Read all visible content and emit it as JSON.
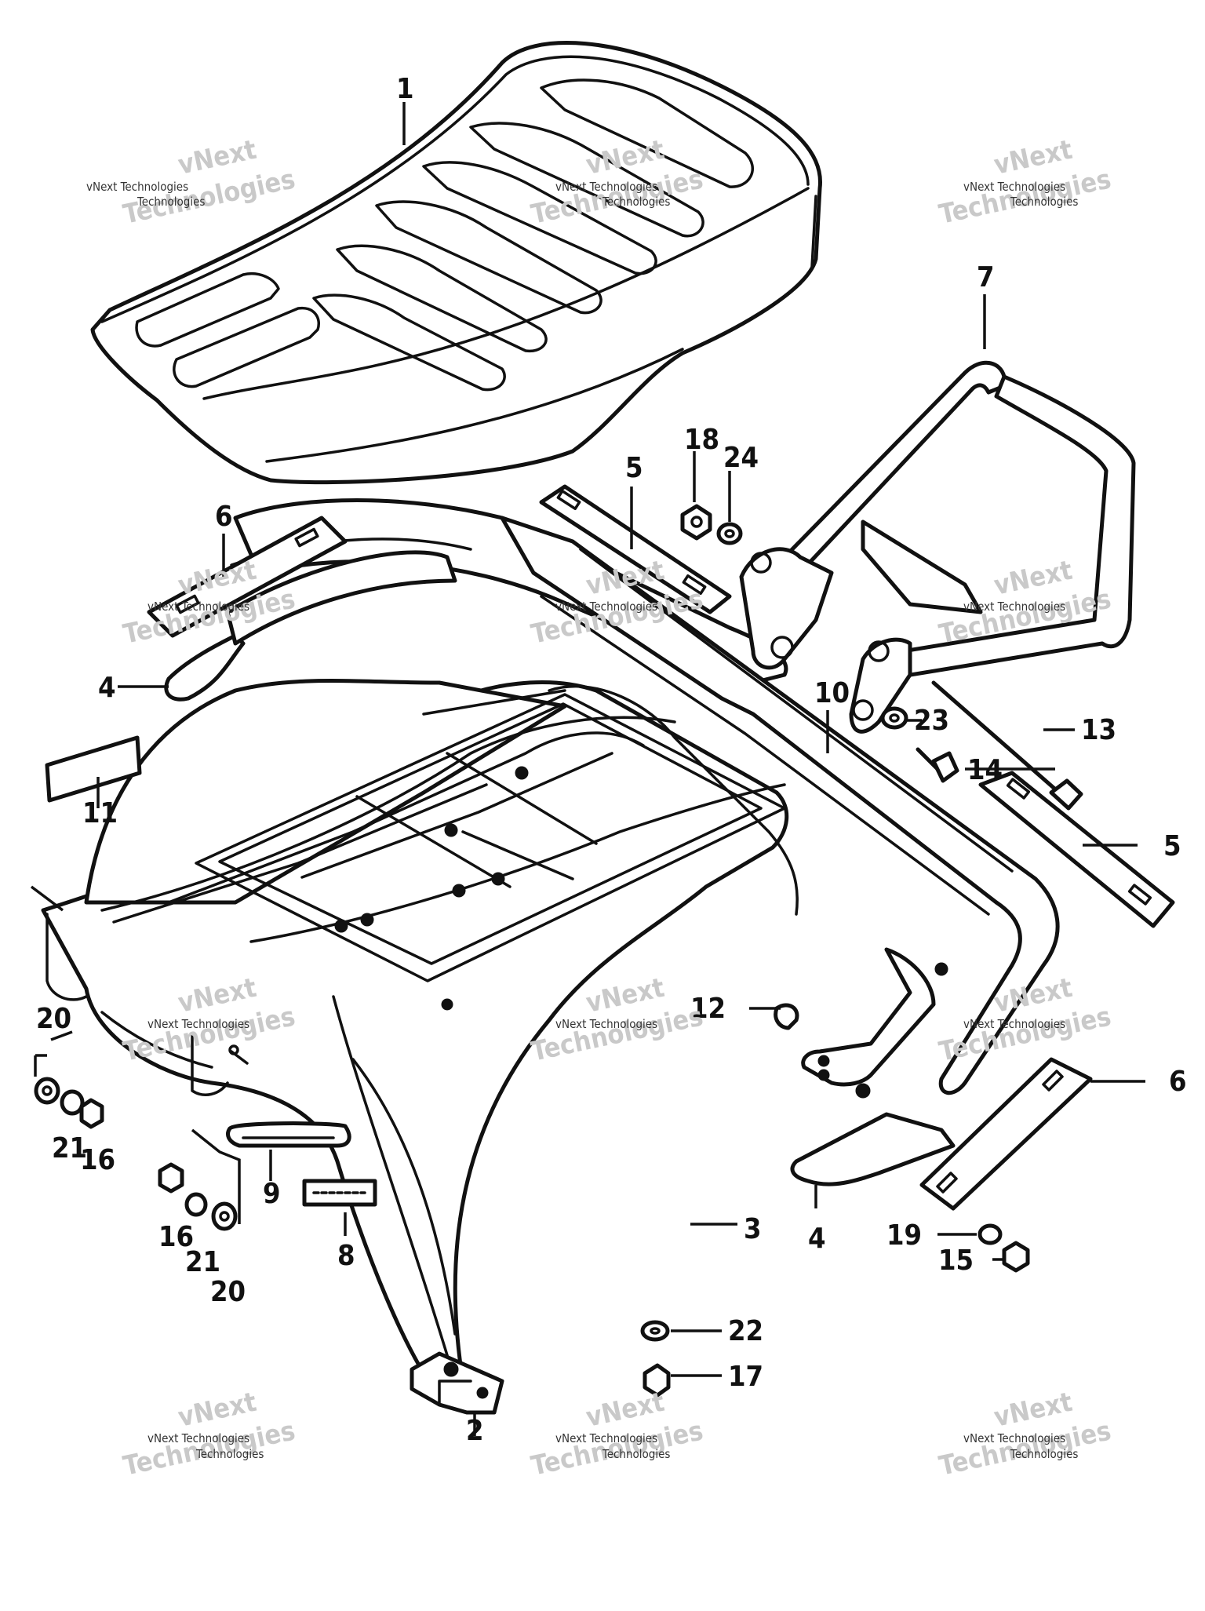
{
  "diagram": {
    "callouts": [
      {
        "id": "c1",
        "text": "1"
      },
      {
        "id": "c2",
        "text": "2"
      },
      {
        "id": "c3",
        "text": "3"
      },
      {
        "id": "c4a",
        "text": "4"
      },
      {
        "id": "c4b",
        "text": "4"
      },
      {
        "id": "c5a",
        "text": "5"
      },
      {
        "id": "c5b",
        "text": "5"
      },
      {
        "id": "c6a",
        "text": "6"
      },
      {
        "id": "c6b",
        "text": "6"
      },
      {
        "id": "c7",
        "text": "7"
      },
      {
        "id": "c8",
        "text": "8"
      },
      {
        "id": "c9",
        "text": "9"
      },
      {
        "id": "c10",
        "text": "10"
      },
      {
        "id": "c11",
        "text": "11"
      },
      {
        "id": "c12",
        "text": "12"
      },
      {
        "id": "c13",
        "text": "13"
      },
      {
        "id": "c14",
        "text": "14"
      },
      {
        "id": "c15",
        "text": "15"
      },
      {
        "id": "c16a",
        "text": "16"
      },
      {
        "id": "c16b",
        "text": "16"
      },
      {
        "id": "c17",
        "text": "17"
      },
      {
        "id": "c18",
        "text": "18"
      },
      {
        "id": "c19",
        "text": "19"
      },
      {
        "id": "c20a",
        "text": "20"
      },
      {
        "id": "c20b",
        "text": "20"
      },
      {
        "id": "c21a",
        "text": "21"
      },
      {
        "id": "c21b",
        "text": "21"
      },
      {
        "id": "c22",
        "text": "22"
      },
      {
        "id": "c23",
        "text": "23"
      },
      {
        "id": "c24",
        "text": "24"
      }
    ],
    "watermark": {
      "small": "vNext Technologies",
      "large_top": "vNext",
      "large_bottom": "Technologies"
    }
  },
  "colors": {
    "ink": "#111111",
    "background": "#ffffff",
    "watermark": "#c9c9c9"
  }
}
